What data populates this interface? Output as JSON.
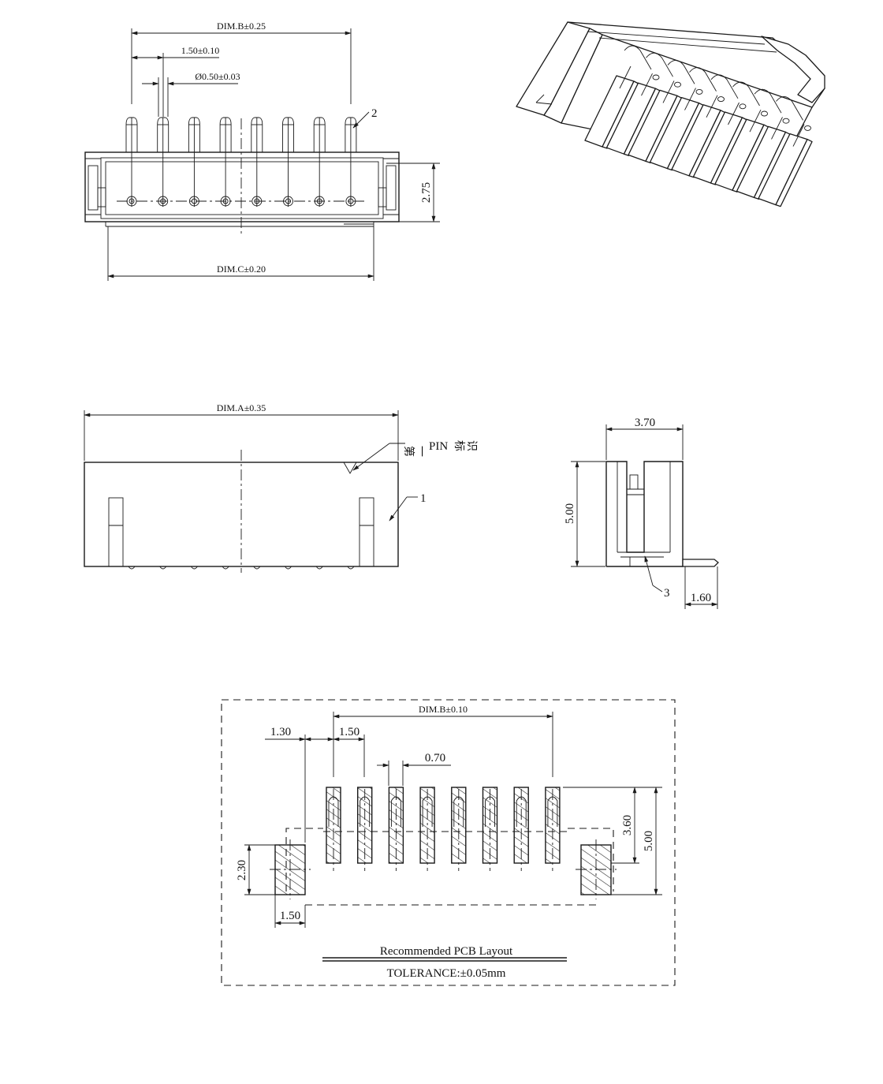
{
  "top_view": {
    "dim_b": "DIM.B±0.25",
    "pitch": "1.50±0.10",
    "pin_dia": "Ø0.50±0.03",
    "height": "2.75",
    "dim_c": "DIM.C±0.20",
    "callout": "2"
  },
  "front_view": {
    "dim_a": "DIM.A±0.35",
    "pin1_mark_cjk_a": "第",
    "pin1_mark_cjk_b": "一",
    "pin1_mark_pin": "PIN",
    "pin1_mark_cjk_c": "标",
    "pin1_mark_cjk_d": "识",
    "callout": "1"
  },
  "side_view": {
    "width": "3.70",
    "height": "5.00",
    "tail": "1.60",
    "callout": "3"
  },
  "pcb_layout": {
    "dim_b": "DIM.B±0.10",
    "edge": "1.30",
    "pitch": "1.50",
    "pad_width": "0.70",
    "pad_len": "3.60",
    "overall_h": "5.00",
    "mount_h": "2.30",
    "mount_w": "1.50",
    "title": "Recommended PCB Layout",
    "tolerance": "TOLERANCE:±0.05mm"
  },
  "pin_count": 8
}
